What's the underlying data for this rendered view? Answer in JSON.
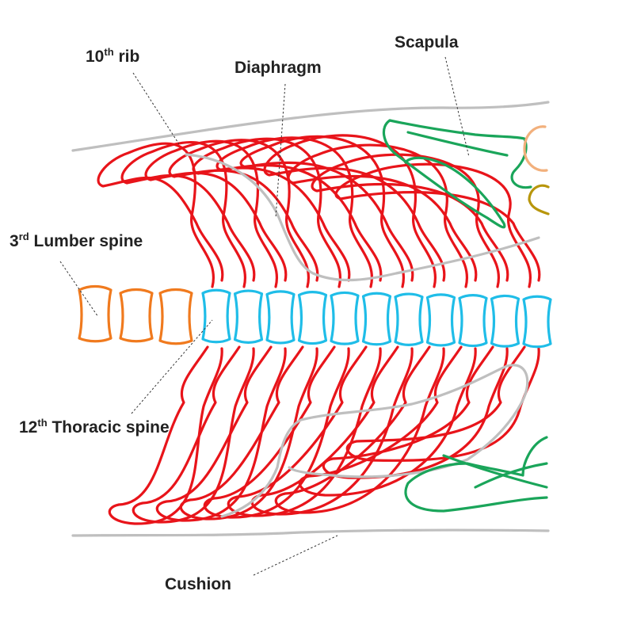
{
  "colors": {
    "rib": "#e8141a",
    "cushion": "#bfbfbf",
    "diaphragm": "#bfbfbf",
    "scapula": "#1aa55a",
    "thoracic": "#1fbde8",
    "lumbar": "#f07a1e",
    "humerus": "#f2b07c",
    "shoulder": "#b8960c"
  },
  "labels": {
    "rib10": {
      "text": "10",
      "sup": "th",
      "suffix": " rib"
    },
    "diaphragm": {
      "text": "Diaphragm"
    },
    "scapula": {
      "text": "Scapula"
    },
    "lumbar": {
      "text": "3",
      "sup": "rd",
      "suffix": " Lumber spine"
    },
    "thoracic": {
      "text": "12",
      "sup": "th",
      "suffix": " Thoracic spine"
    },
    "cushion": {
      "text": "Cushion"
    }
  }
}
